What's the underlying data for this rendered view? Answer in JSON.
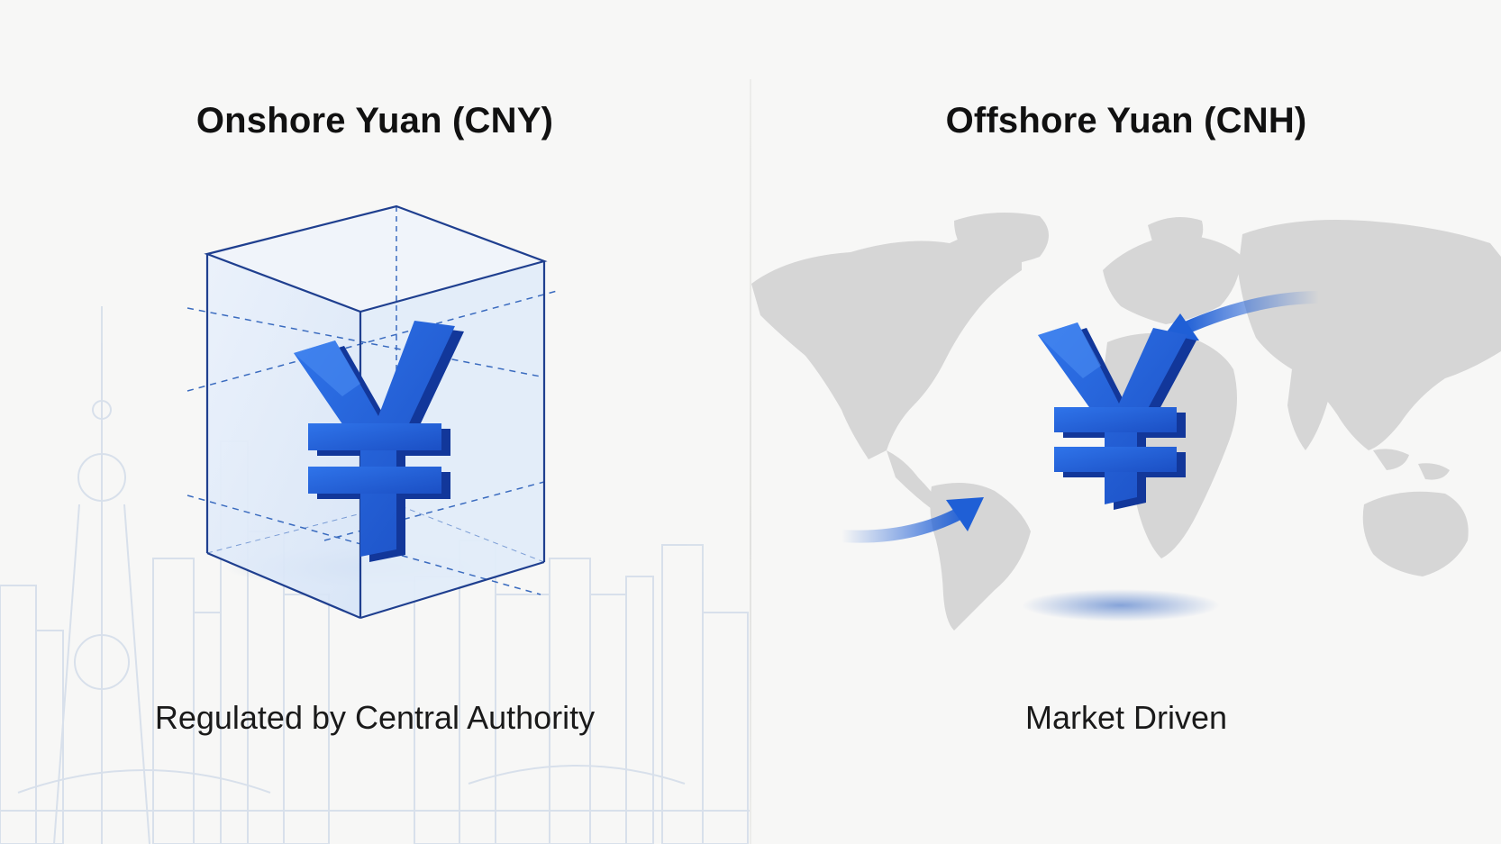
{
  "left": {
    "title": "Onshore Yuan (CNY)",
    "caption": "Regulated by Central Authority"
  },
  "right": {
    "title": "Offshore Yuan (CNH)",
    "caption": "Market Driven"
  },
  "colors": {
    "yuan_blue": "#1f5fd6",
    "yuan_dark": "#12379a",
    "map_gray": "#d3d3d3",
    "box_stroke": "#1f3f8f"
  },
  "icons": {
    "left_symbol": "yuan-symbol-in-box",
    "right_symbol": "yuan-symbol-on-world-map"
  }
}
